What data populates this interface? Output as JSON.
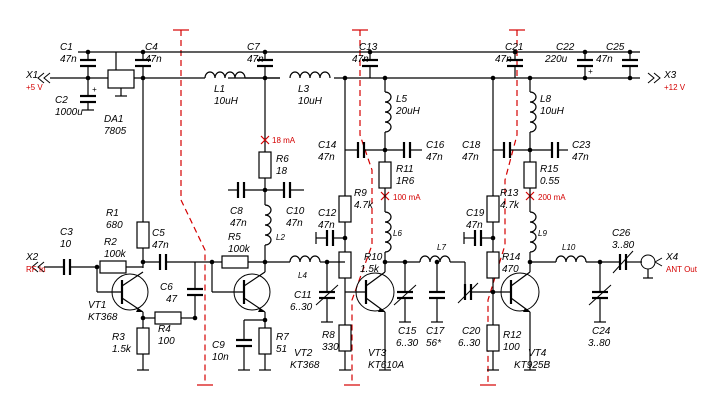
{
  "connectors": {
    "x1": {
      "name": "X1",
      "note": "+5 V"
    },
    "x2": {
      "name": "X2",
      "note": "RF In"
    },
    "x3": {
      "name": "X3",
      "note": "+12 V"
    },
    "x4": {
      "name": "X4",
      "note": "ANT Out"
    }
  },
  "ic": {
    "name": "DA1",
    "part": "7805"
  },
  "capacitors": {
    "c1": {
      "name": "C1",
      "value": "47n"
    },
    "c2": {
      "name": "C2",
      "value": "1000u"
    },
    "c3": {
      "name": "C3",
      "value": "10"
    },
    "c4": {
      "name": "C4",
      "value": "47n"
    },
    "c5": {
      "name": "C5",
      "value": "47n"
    },
    "c6": {
      "name": "C6",
      "value": "47"
    },
    "c7": {
      "name": "C7",
      "value": "47n"
    },
    "c8": {
      "name": "C8",
      "value": "47n"
    },
    "c9": {
      "name": "C9",
      "value": "10n"
    },
    "c10": {
      "name": "C10",
      "value": "47n"
    },
    "c11": {
      "name": "C11",
      "value": "6..30"
    },
    "c12": {
      "name": "C12",
      "value": "47n"
    },
    "c13": {
      "name": "C13",
      "value": "47n"
    },
    "c14": {
      "name": "C14",
      "value": "47n"
    },
    "c15": {
      "name": "C15",
      "value": "6..30"
    },
    "c16": {
      "name": "C16",
      "value": "47n"
    },
    "c17": {
      "name": "C17",
      "value": "56*"
    },
    "c18": {
      "name": "C18",
      "value": "47n"
    },
    "c19": {
      "name": "C19",
      "value": "47n"
    },
    "c20": {
      "name": "C20",
      "value": "6..30"
    },
    "c21": {
      "name": "C21",
      "value": "47n"
    },
    "c22": {
      "name": "C22",
      "value": "220u"
    },
    "c23": {
      "name": "C23",
      "value": "47n"
    },
    "c24": {
      "name": "C24",
      "value": "3..80"
    },
    "c25": {
      "name": "C25",
      "value": "47n"
    },
    "c26": {
      "name": "C26",
      "value": "3..80"
    }
  },
  "resistors": {
    "r1": {
      "name": "R1",
      "value": "680"
    },
    "r2": {
      "name": "R2",
      "value": "100k"
    },
    "r3": {
      "name": "R3",
      "value": "1.5k"
    },
    "r4": {
      "name": "R4",
      "value": "100"
    },
    "r5": {
      "name": "R5",
      "value": "100k"
    },
    "r6": {
      "name": "R6",
      "value": "18"
    },
    "r7": {
      "name": "R7",
      "value": "51"
    },
    "r8": {
      "name": "R8",
      "value": "330"
    },
    "r9": {
      "name": "R9",
      "value": "4.7k"
    },
    "r10": {
      "name": "R10",
      "value": "1.5k"
    },
    "r11": {
      "name": "R11",
      "value": "1R6"
    },
    "r12": {
      "name": "R12",
      "value": "100"
    },
    "r13": {
      "name": "R13",
      "value": "4.7k"
    },
    "r14": {
      "name": "R14",
      "value": "470"
    },
    "r15": {
      "name": "R15",
      "value": "0.55"
    }
  },
  "inductors": {
    "l1": {
      "name": "L1",
      "value": "10uH"
    },
    "l2": {
      "name": "L2"
    },
    "l3": {
      "name": "L3",
      "value": "10uH"
    },
    "l4": {
      "name": "L4"
    },
    "l5": {
      "name": "L5",
      "value": "20uH"
    },
    "l6": {
      "name": "L6"
    },
    "l7": {
      "name": "L7"
    },
    "l8": {
      "name": "L8",
      "value": "10uH"
    },
    "l9": {
      "name": "L9"
    },
    "l10": {
      "name": "L10"
    }
  },
  "transistors": {
    "vt1": {
      "name": "VT1",
      "part": "KT368"
    },
    "vt2": {
      "name": "VT2",
      "part": "KT368"
    },
    "vt3": {
      "name": "VT3",
      "part": "KT610A"
    },
    "vt4": {
      "name": "VT4",
      "part": "KT925B"
    }
  },
  "current_notes": {
    "stage2": "18 mA",
    "stage3": "100 mA",
    "stage4": "200 mA"
  },
  "colors": {
    "wire": "#000000",
    "annotation": "#d40000"
  }
}
